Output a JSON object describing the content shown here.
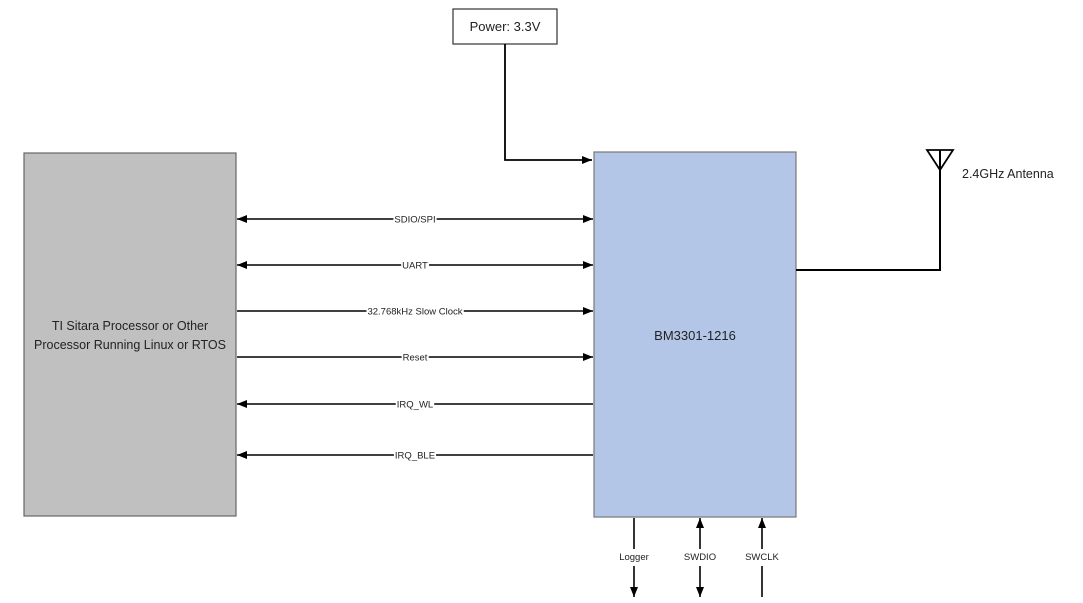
{
  "power_box": {
    "label": "Power: 3.3V"
  },
  "processor_box": {
    "line1": "TI Sitara Processor or Other",
    "line2": "Processor Running Linux or RTOS",
    "color": "#c0c0c0"
  },
  "module_box": {
    "label": "BM3301-1216",
    "color": "#b4c6e7"
  },
  "antenna": {
    "label": "2.4GHz Antenna"
  },
  "signals": [
    {
      "label": "SDIO/SPI",
      "direction": "both"
    },
    {
      "label": "UART",
      "direction": "both"
    },
    {
      "label": "32.768kHz Slow Clock",
      "direction": "to-module"
    },
    {
      "label": "Reset",
      "direction": "to-module"
    },
    {
      "label": "IRQ_WL",
      "direction": "to-processor"
    },
    {
      "label": "IRQ_BLE",
      "direction": "to-processor"
    }
  ],
  "debug_pins": [
    {
      "label": "Logger",
      "direction": "out"
    },
    {
      "label": "SWDIO",
      "direction": "both"
    },
    {
      "label": "SWCLK",
      "direction": "in"
    }
  ]
}
